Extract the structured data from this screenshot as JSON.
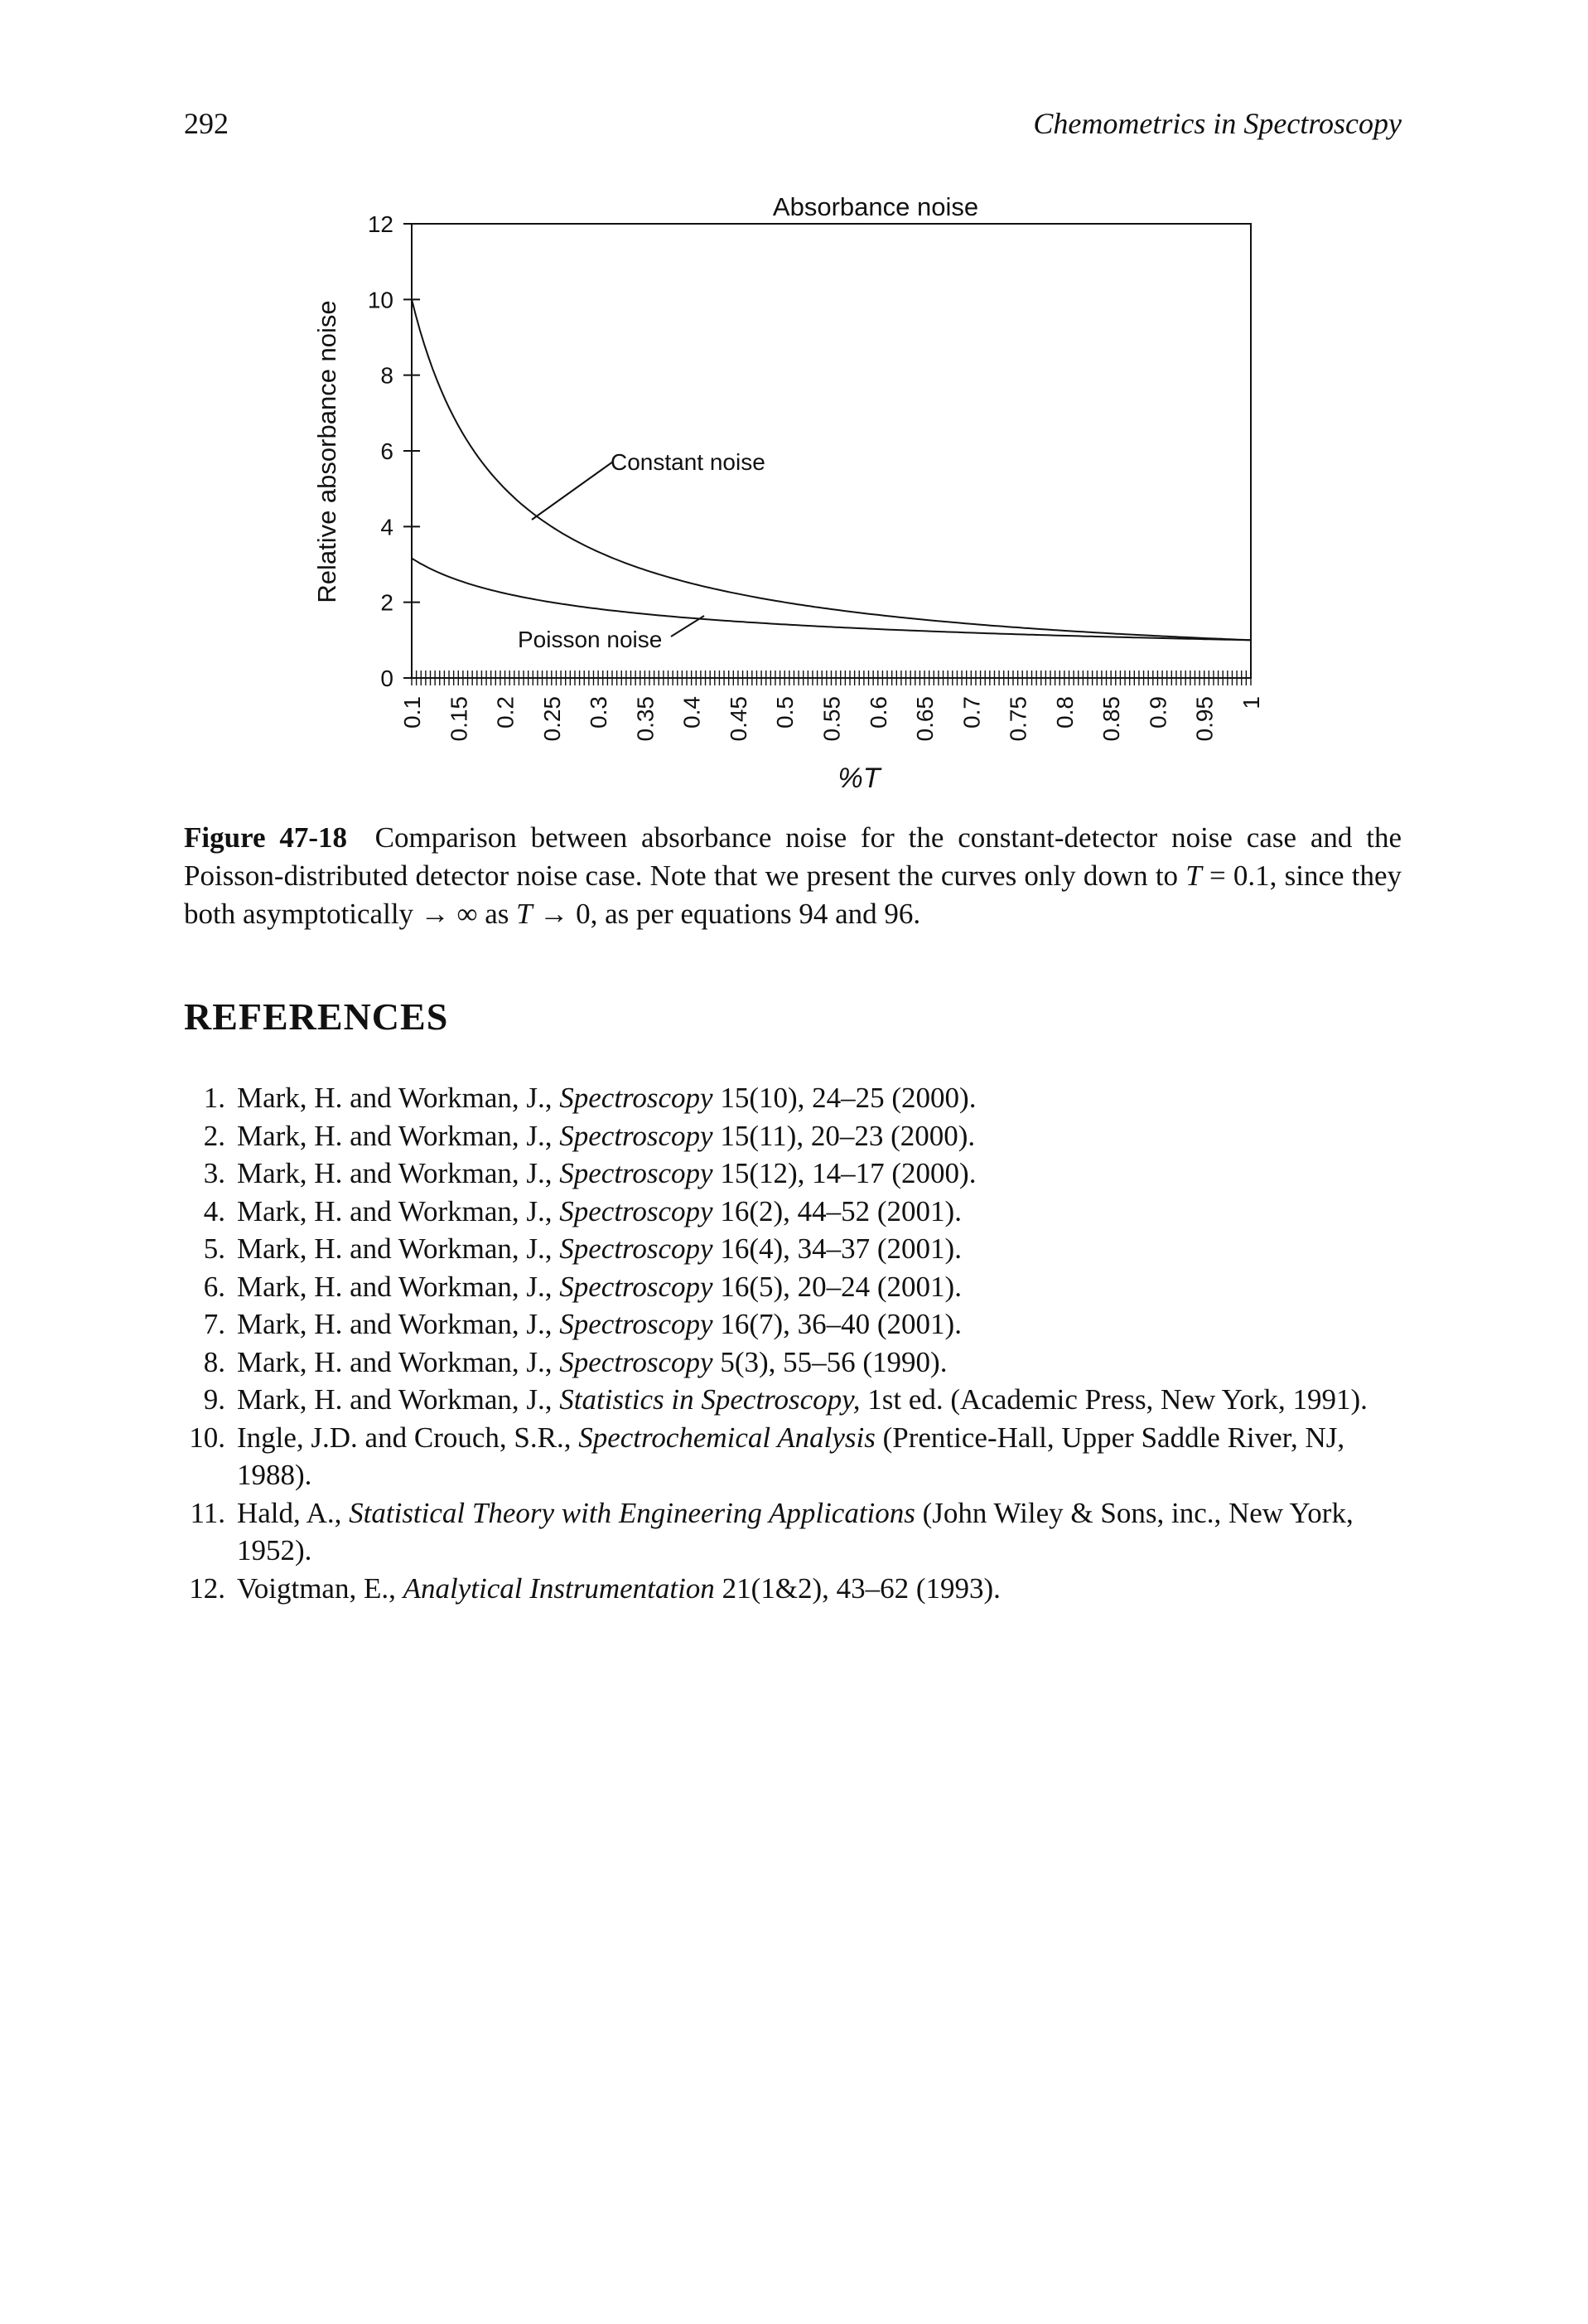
{
  "header": {
    "page_number": "292",
    "book_title": "Chemometrics in Spectroscopy"
  },
  "chart_data": {
    "type": "line",
    "title": "Absorbance noise",
    "xlabel": "%T",
    "ylabel": "Relative absorbance noise",
    "x_tick_labels": [
      "0.1",
      "0.15",
      "0.2",
      "0.25",
      "0.3",
      "0.35",
      "0.4",
      "0.45",
      "0.5",
      "0.55",
      "0.6",
      "0.65",
      "0.7",
      "0.75",
      "0.8",
      "0.85",
      "0.9",
      "0.95",
      "1"
    ],
    "y_ticks": [
      0,
      2,
      4,
      6,
      8,
      10,
      12
    ],
    "ylim": [
      0,
      12
    ],
    "xlim": [
      0.1,
      1.0
    ],
    "grid": false,
    "x": [
      0.1,
      0.15,
      0.2,
      0.25,
      0.3,
      0.35,
      0.4,
      0.45,
      0.5,
      0.55,
      0.6,
      0.65,
      0.7,
      0.75,
      0.8,
      0.85,
      0.9,
      0.95,
      1.0
    ],
    "series": [
      {
        "name": "Constant noise",
        "values": [
          10.0,
          6.67,
          5.0,
          4.0,
          3.33,
          2.86,
          2.5,
          2.22,
          2.0,
          1.82,
          1.67,
          1.54,
          1.43,
          1.33,
          1.25,
          1.18,
          1.11,
          1.05,
          1.0
        ]
      },
      {
        "name": "Poisson noise",
        "values": [
          3.16,
          2.58,
          2.24,
          2.0,
          1.83,
          1.69,
          1.58,
          1.49,
          1.41,
          1.35,
          1.29,
          1.24,
          1.2,
          1.15,
          1.12,
          1.08,
          1.05,
          1.03,
          1.0
        ]
      }
    ],
    "annotations": [
      "Constant noise",
      "Poisson noise"
    ]
  },
  "caption": {
    "label": "Figure 47-18",
    "text_1": "Comparison between absorbance noise for the constant-detector noise case and the Poisson-distributed detector noise case. Note that we present the curves only down to",
    "t_symbol": "T",
    "text_2": "= 0.1, since they both asymptotically → ∞ as",
    "text_3": "→ 0, as per equations 94 and 96."
  },
  "references_heading": "REFERENCES",
  "references": [
    {
      "num": "1.",
      "pre": "Mark, H. and Workman, J.,",
      "title": "Spectroscopy",
      "post": "15(10), 24–25 (2000)."
    },
    {
      "num": "2.",
      "pre": "Mark, H. and Workman, J.,",
      "title": "Spectroscopy",
      "post": "15(11), 20–23 (2000)."
    },
    {
      "num": "3.",
      "pre": "Mark, H. and Workman, J.,",
      "title": "Spectroscopy",
      "post": "15(12), 14–17 (2000)."
    },
    {
      "num": "4.",
      "pre": "Mark, H. and Workman, J.,",
      "title": "Spectroscopy",
      "post": "16(2), 44–52 (2001)."
    },
    {
      "num": "5.",
      "pre": "Mark, H. and Workman, J.,",
      "title": "Spectroscopy",
      "post": "16(4), 34–37 (2001)."
    },
    {
      "num": "6.",
      "pre": "Mark, H. and Workman, J.,",
      "title": "Spectroscopy",
      "post": "16(5), 20–24 (2001)."
    },
    {
      "num": "7.",
      "pre": "Mark, H. and Workman, J.,",
      "title": "Spectroscopy",
      "post": "16(7), 36–40 (2001)."
    },
    {
      "num": "8.",
      "pre": "Mark, H. and Workman, J.,",
      "title": "Spectroscopy",
      "post": "5(3), 55–56 (1990)."
    },
    {
      "num": "9.",
      "pre": "Mark, H. and Workman, J.,",
      "title": "Statistics in Spectroscopy,",
      "post": "1st ed. (Academic Press, New York, 1991)."
    },
    {
      "num": "10.",
      "pre": "Ingle, J.D. and Crouch, S.R.,",
      "title": "Spectrochemical Analysis",
      "post": "(Prentice-Hall, Upper Saddle River, NJ, 1988)."
    },
    {
      "num": "11.",
      "pre": "Hald, A.,",
      "title": "Statistical Theory with Engineering Applications",
      "post": "(John Wiley & Sons, inc., New York, 1952)."
    },
    {
      "num": "12.",
      "pre": "Voigtman, E.,",
      "title": "Analytical Instrumentation",
      "post": "21(1&2), 43–62 (1993)."
    }
  ]
}
